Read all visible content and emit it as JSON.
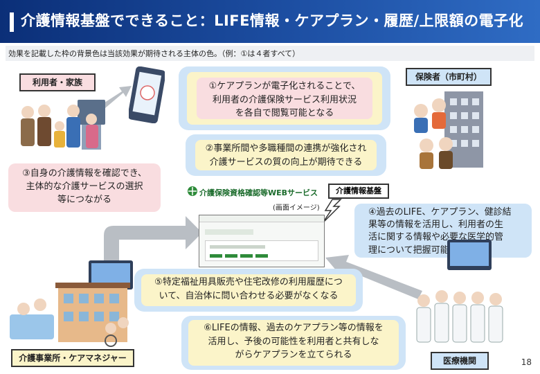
{
  "title": "介護情報基盤でできること：LIFE情報・ケアプラン・履歴/上限額の電子化",
  "note": "効果を記載した枠の背景色は当該効果が期待される主体の色。（例：①は４者すべて）",
  "actors": {
    "user": "利用者・家族",
    "insurer": "保険者（市町村）",
    "care": "介護事業所・ケアマネジャー",
    "medical": "医療機関"
  },
  "effects": {
    "e1_line1": "①ケアプランが電子化されることで、",
    "e1_line2": "利用者の介護保険サービス利用状況",
    "e1_line3": "を各自で閲覧可能となる",
    "e2_line1": "②事業所間や多職種間の連携が強化され",
    "e2_line2": "介護サービスの質の向上が期待できる",
    "e3_line1": "③自身の介護情報を確認でき、",
    "e3_line2": "主体的な介護サービスの選択",
    "e3_line3": "等につながる",
    "e4_line1": "④過去のLIFE、ケアプラン、健診結",
    "e4_line2": "果等の情報を活用し、利用者の生",
    "e4_line3": "活に関する情報や必要な医学的管",
    "e4_line4": "理について把握可能となる",
    "e5_line1": "⑤特定福祉用具販売や住宅改修の利用履歴につ",
    "e5_line2": "いて、自治体に問い合わせる必要がなくなる",
    "e6_line1": "⑥LIFEの情報、過去のケアプラン等の情報を",
    "e6_line2": "活用し、予後の可能性を利用者と共有しな",
    "e6_line3": "がらケアプランを立てられる"
  },
  "platform": {
    "service_name": "介護保険資格確認等WEBサービス",
    "screen_note": "(画面イメージ)",
    "label": "介護情報基盤"
  },
  "page_number": "18",
  "colors": {
    "title_bg": "#0b2f78",
    "blue_frame": "#cfe4f7",
    "yellow": "#fbf4c9",
    "pink": "#f9dde0",
    "arrow": "#b9bec4"
  }
}
